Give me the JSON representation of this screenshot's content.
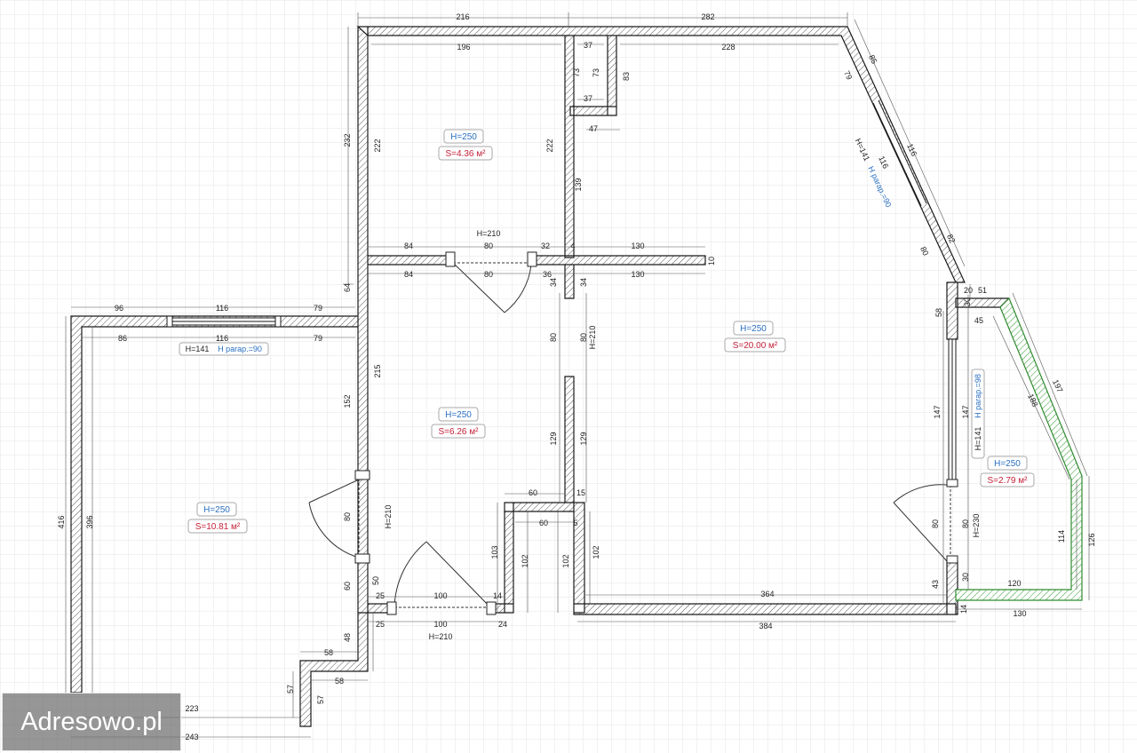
{
  "brand": {
    "text": "Adresowo.pl"
  },
  "rooms": [
    {
      "h": "H=250",
      "s": "S=4.36 м²"
    },
    {
      "h": "H=250",
      "s": "S=20.00 м²"
    },
    {
      "h": "H=250",
      "s": "S=6.26 м²"
    },
    {
      "h": "H=250",
      "s": "S=10.81 м²"
    },
    {
      "h": "H=250",
      "s": "S=2.79 м²"
    }
  ],
  "doors": [
    "H=210",
    "H=210",
    "H=210",
    "H=210",
    "H=230"
  ],
  "windows": [
    {
      "h": "H=141",
      "p": "H parap.=90"
    },
    {
      "h": "H=141",
      "p": "H parap.=90"
    },
    {
      "h": "H=141",
      "p": "H parap.=98"
    }
  ],
  "dims": [
    "216",
    "282",
    "196",
    "37",
    "73",
    "73",
    "37",
    "83",
    "228",
    "85",
    "79",
    "232",
    "222",
    "222",
    "116",
    "116",
    "47",
    "139",
    "82",
    "80",
    "H=210",
    "84",
    "80",
    "32",
    "4",
    "130",
    "10",
    "84",
    "80",
    "36",
    "34",
    "34",
    "130",
    "20",
    "51",
    "30",
    "45",
    "64",
    "96",
    "116",
    "79",
    "86",
    "116",
    "79",
    "58",
    "215",
    "80",
    "80",
    "188",
    "197",
    "152",
    "147",
    "147",
    "60",
    "15",
    "129",
    "129",
    "416",
    "396",
    "80",
    "60",
    "5",
    "102",
    "103",
    "102",
    "102",
    "80",
    "80",
    "114",
    "126",
    "50",
    "60",
    "25",
    "100",
    "14",
    "364",
    "43",
    "30",
    "120",
    "14",
    "130",
    "25",
    "100",
    "24",
    "384",
    "48",
    "58",
    "57",
    "58",
    "57",
    "223",
    "243"
  ]
}
